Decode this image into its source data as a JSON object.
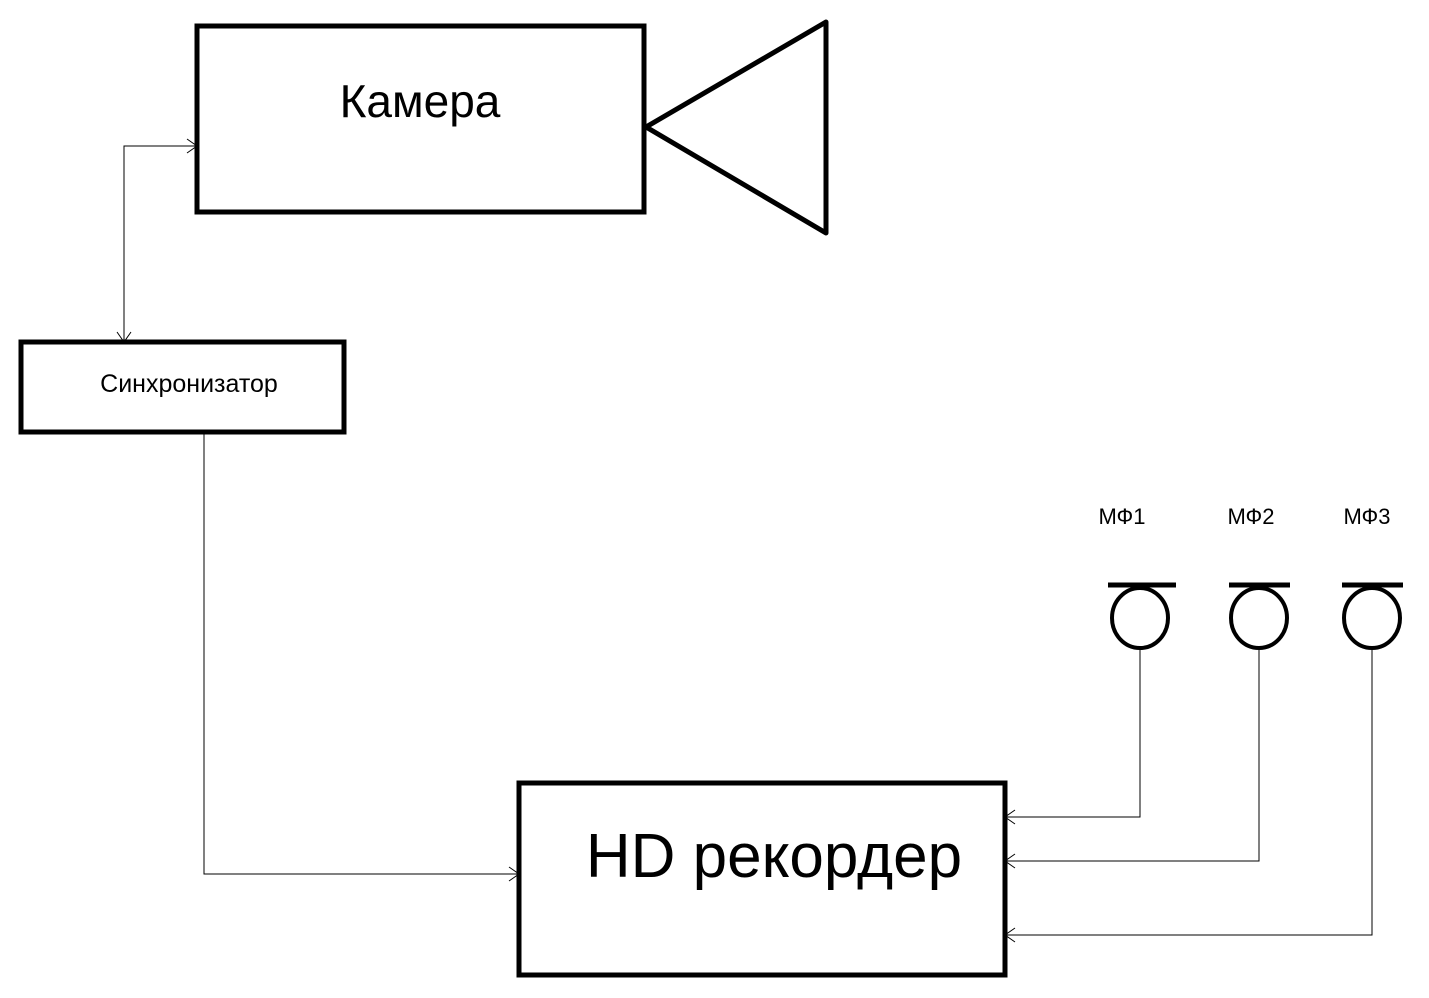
{
  "nodes": {
    "camera": {
      "label": "Камера"
    },
    "synchronizer": {
      "label": "Синхронизатор"
    },
    "recorder": {
      "label": "HD рекордер"
    },
    "microphones": [
      {
        "label": "МФ1"
      },
      {
        "label": "МФ2"
      },
      {
        "label": "МФ3"
      }
    ]
  },
  "edges": [
    {
      "from": "camera",
      "to": "synchronizer",
      "direction": "both"
    },
    {
      "from": "synchronizer",
      "to": "recorder",
      "direction": "forward"
    },
    {
      "from": "microphones.0",
      "to": "recorder",
      "direction": "forward"
    },
    {
      "from": "microphones.1",
      "to": "recorder",
      "direction": "forward"
    },
    {
      "from": "microphones.2",
      "to": "recorder",
      "direction": "forward"
    }
  ]
}
